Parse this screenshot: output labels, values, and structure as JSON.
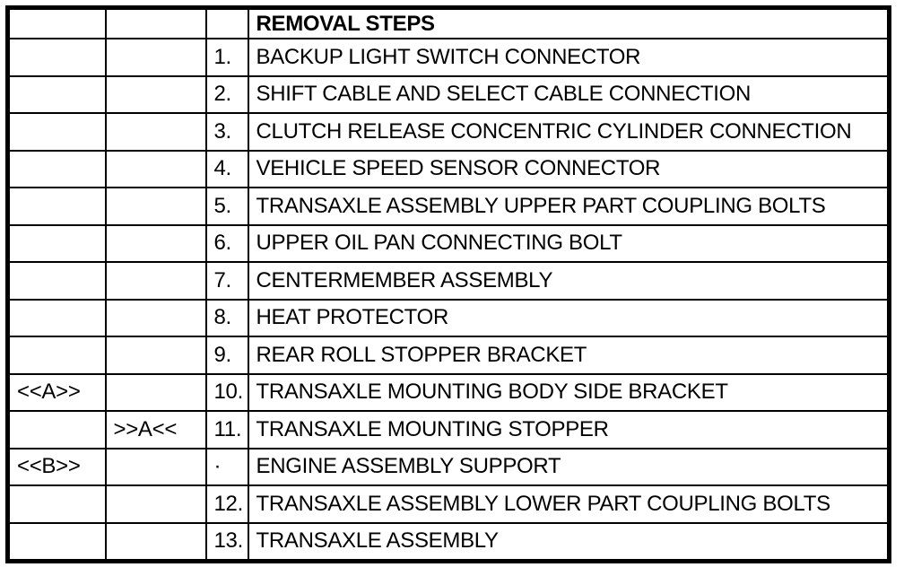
{
  "colors": {
    "background": "#ffffff",
    "border": "#000000",
    "text": "#000000"
  },
  "table": {
    "title": "REMOVAL STEPS",
    "columns": [
      "marker-a",
      "marker-b",
      "step-number",
      "step-description"
    ],
    "rows": [
      {
        "mark1": "",
        "mark2": "",
        "num": "1.",
        "label": "BACKUP LIGHT SWITCH CONNECTOR"
      },
      {
        "mark1": "",
        "mark2": "",
        "num": "2.",
        "label": "SHIFT CABLE AND SELECT CABLE CONNECTION"
      },
      {
        "mark1": "",
        "mark2": "",
        "num": "3.",
        "label": "CLUTCH RELEASE CONCENTRIC CYLINDER CONNECTION"
      },
      {
        "mark1": "",
        "mark2": "",
        "num": "4.",
        "label": "VEHICLE SPEED SENSOR CONNECTOR"
      },
      {
        "mark1": "",
        "mark2": "",
        "num": "5.",
        "label": "TRANSAXLE ASSEMBLY UPPER PART COUPLING BOLTS"
      },
      {
        "mark1": "",
        "mark2": "",
        "num": "6.",
        "label": "UPPER OIL PAN CONNECTING BOLT"
      },
      {
        "mark1": "",
        "mark2": "",
        "num": "7.",
        "label": "CENTERMEMBER ASSEMBLY"
      },
      {
        "mark1": "",
        "mark2": "",
        "num": "8.",
        "label": "HEAT PROTECTOR"
      },
      {
        "mark1": "",
        "mark2": "",
        "num": "9.",
        "label": "REAR ROLL STOPPER BRACKET"
      },
      {
        "mark1": "<<A>>",
        "mark2": "",
        "num": "10.",
        "label": "TRANSAXLE MOUNTING BODY SIDE BRACKET"
      },
      {
        "mark1": "",
        "mark2": ">>A<<",
        "num": "11.",
        "label": "TRANSAXLE MOUNTING STOPPER"
      },
      {
        "mark1": "<<B>>",
        "mark2": "",
        "num": "·",
        "label": "ENGINE ASSEMBLY SUPPORT"
      },
      {
        "mark1": "",
        "mark2": "",
        "num": "12.",
        "label": "TRANSAXLE ASSEMBLY LOWER PART COUPLING BOLTS"
      },
      {
        "mark1": "",
        "mark2": "",
        "num": "13.",
        "label": "TRANSAXLE ASSEMBLY"
      }
    ]
  }
}
